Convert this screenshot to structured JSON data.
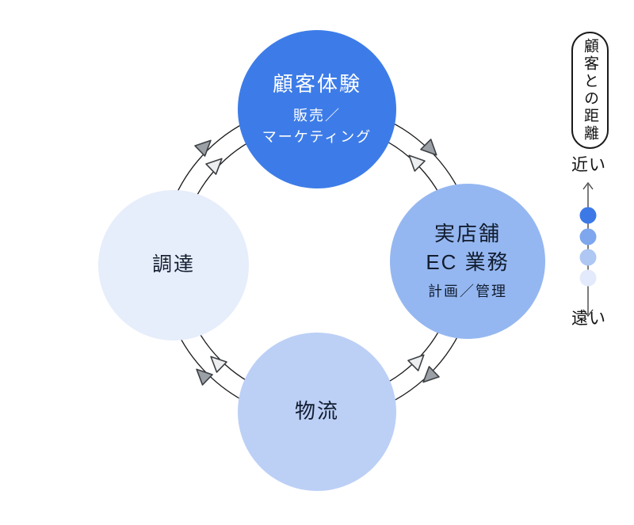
{
  "diagram": {
    "nodes": {
      "customer_experience": {
        "title": "顧客体験",
        "subtitle_line1": "販売／",
        "subtitle_line2": "マーケティング",
        "color": "#3d7ce8"
      },
      "store_ec": {
        "title_line1": "実店舗",
        "title_line2": "EC 業務",
        "subtitle": "計画／管理",
        "color": "#95b7f1"
      },
      "logistics": {
        "title": "物流",
        "color": "#bcd0f6"
      },
      "procurement": {
        "title": "調達",
        "color": "#e6edfb"
      }
    },
    "ring_color": "#1a1a1a",
    "arrow_outline": "#3c4043",
    "arrow_dark": "#9aa0a6",
    "arrow_light": "#eceef0"
  },
  "legend": {
    "title": "顧客との距離",
    "near_label": "近い",
    "far_label": "遠い",
    "axis_color": "#444444",
    "dot_colors": [
      "#3c79e6",
      "#7fa7ee",
      "#aec7f3",
      "#e2eafb"
    ]
  }
}
